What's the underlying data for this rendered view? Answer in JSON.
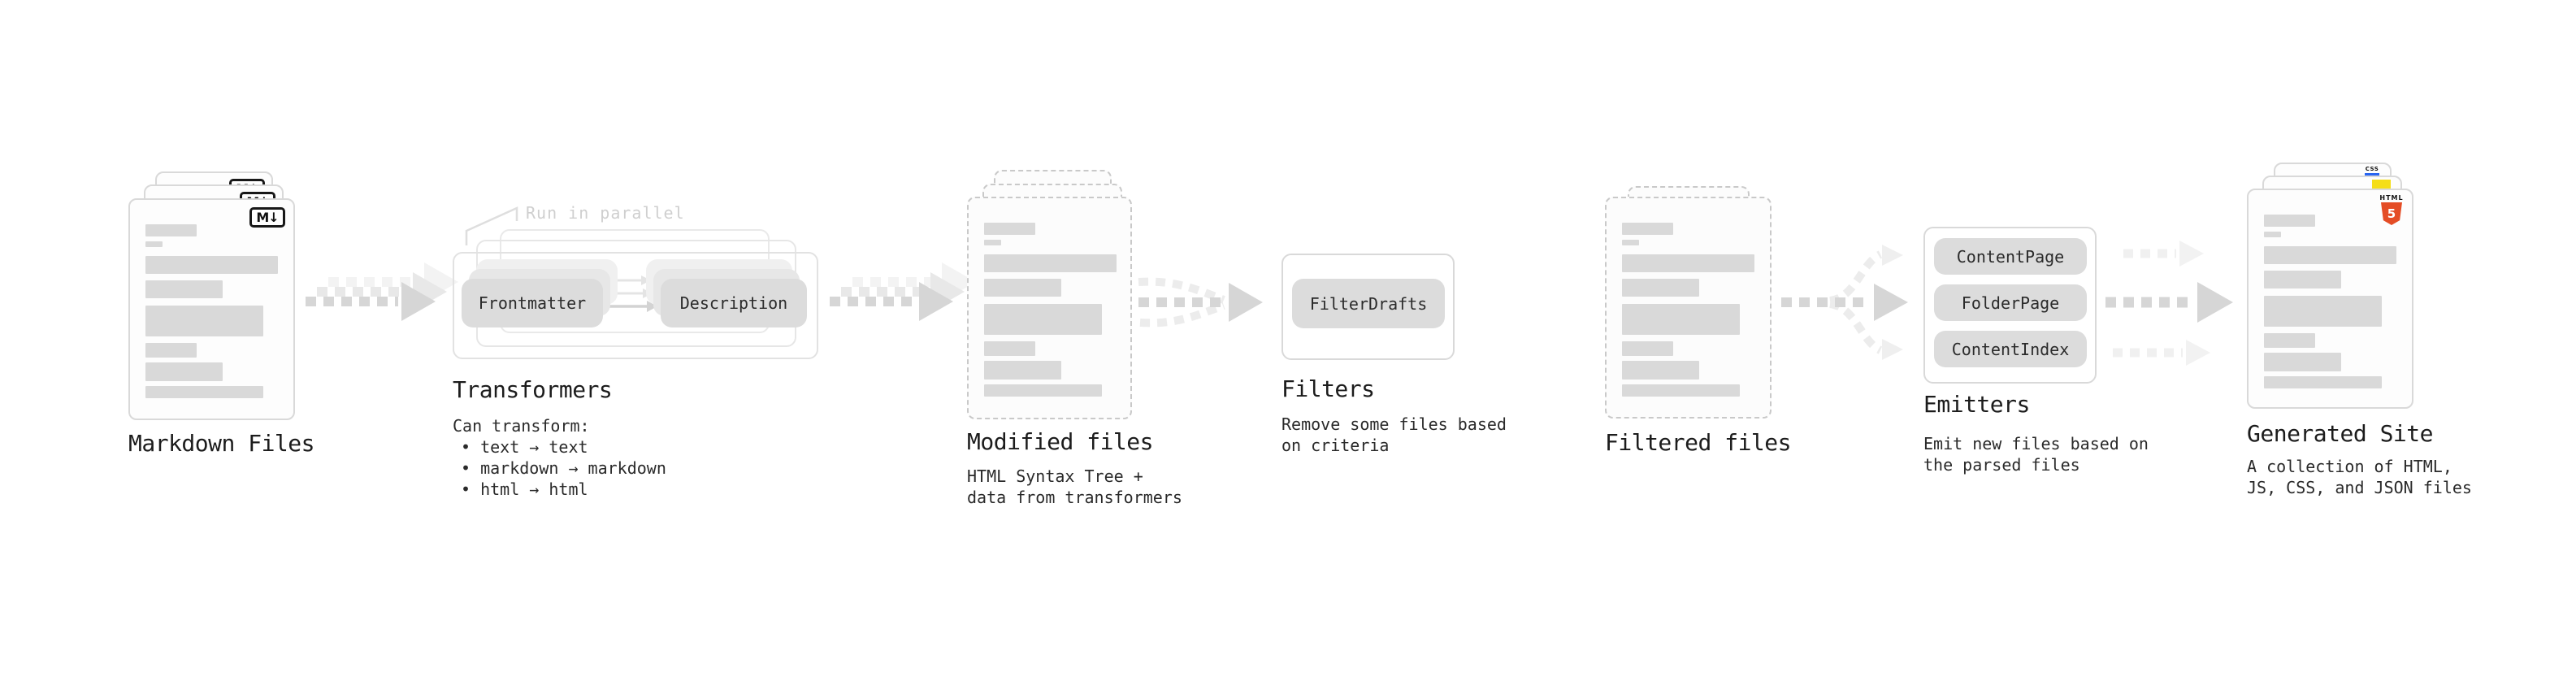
{
  "diagram": {
    "stages": {
      "markdown_files": {
        "label": "Markdown Files"
      },
      "transformers": {
        "label": "Transformers",
        "annotation": "Run in parallel",
        "plugins": [
          "Frontmatter",
          "Description"
        ],
        "note_title": "Can transform:",
        "notes": [
          "• text → text",
          "• markdown → markdown",
          "• html → html"
        ]
      },
      "modified_files": {
        "label": "Modified files",
        "notes": [
          "HTML Syntax Tree +",
          "data from transformers"
        ]
      },
      "filters": {
        "label": "Filters",
        "plugins": [
          "FilterDrafts"
        ],
        "notes": [
          "Remove some files based",
          "on criteria"
        ]
      },
      "filtered_files": {
        "label": "Filtered files"
      },
      "emitters": {
        "label": "Emitters",
        "plugins": [
          "ContentPage",
          "FolderPage",
          "ContentIndex"
        ],
        "notes": [
          "Emit new files based on",
          "the parsed files"
        ]
      },
      "generated_site": {
        "label": "Generated Site",
        "notes": [
          "A collection of HTML,",
          "JS, CSS, and JSON files"
        ]
      }
    },
    "icons": {
      "markdown_badge": "M↓",
      "html5_wordmark": "HTML",
      "html5_number": "5",
      "css_wordmark": "CSS"
    },
    "colors": {
      "html5_orange": "#e44d26",
      "js_yellow": "#f5de19",
      "css_blue": "#2965f1",
      "arrow_gray": "#d6d6d6",
      "arrow_faded": "#ececec",
      "card_border": "#d9d9d9",
      "placeholder_bar": "#d9d9d9",
      "annotation_gray": "#cfcfcf",
      "text_dark": "#1c1c1c"
    }
  }
}
